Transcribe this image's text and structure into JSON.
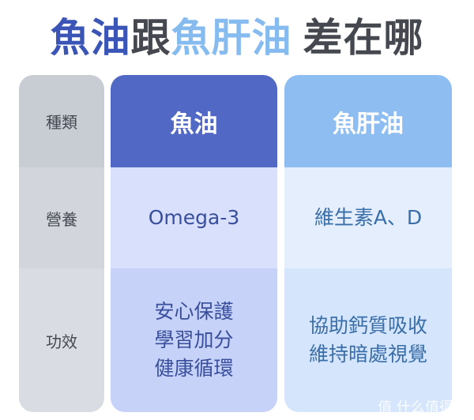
{
  "title": {
    "part1": "魚油",
    "part2": "跟",
    "part3": "魚肝油",
    "part4": "差在哪"
  },
  "row_labels": [
    "種類",
    "營養",
    "功效"
  ],
  "fish_oil": {
    "header": "魚油",
    "nutrition": "Omega-3",
    "effects": [
      "安心保護",
      "學習加分",
      "健康循環"
    ]
  },
  "cod_liver_oil": {
    "header": "魚肝油",
    "nutrition": "維生素A、D",
    "effects": [
      "協助鈣質吸收",
      "維持暗處視覺"
    ]
  },
  "colors": {
    "fish_oil": "#5169c4",
    "cod_liver_oil": "#8ebdf1",
    "label_column": "#c8ccd3"
  },
  "watermark": "值 什么值得买"
}
